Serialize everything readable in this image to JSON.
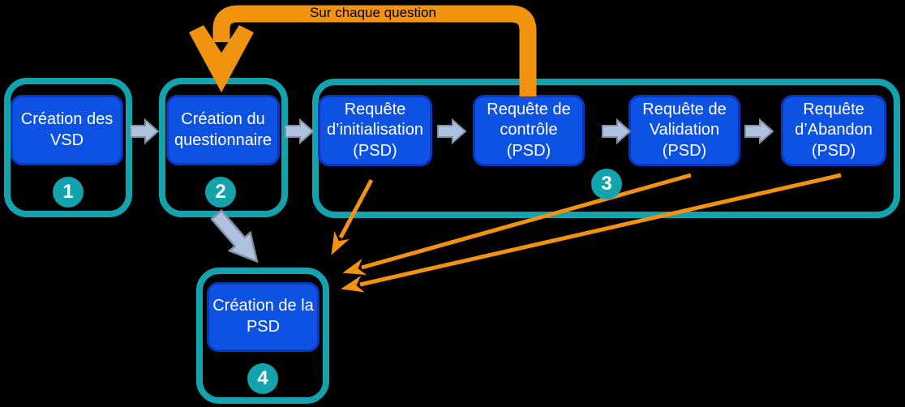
{
  "colors": {
    "background": "#000000",
    "teal": "#13A3AC",
    "blue": "#0E52E4",
    "blue_border": "#0A36C0",
    "orange": "#F2930F",
    "gray_arrow": "#AEC2E0",
    "gray_arrow_border": "#8191A8",
    "box_text": "#FFFFFF",
    "badge_text": "#FFFFFF",
    "loop_label_text": "#000000"
  },
  "loop": {
    "label": "Sur chaque question"
  },
  "steps": {
    "vsd": {
      "badge": "1",
      "label": "Création des VSD"
    },
    "questionnaire": {
      "badge": "2",
      "label": "Création du questionnaire"
    },
    "psd_requests": {
      "badge": "3",
      "boxes": [
        "Requête d’initialisation (PSD)",
        "Requête de contrôle (PSD)",
        "Requête de Validation (PSD)",
        "Requête d’Abandon (PSD)"
      ]
    },
    "psd_creation": {
      "badge": "4",
      "label": "Création de la PSD"
    }
  }
}
